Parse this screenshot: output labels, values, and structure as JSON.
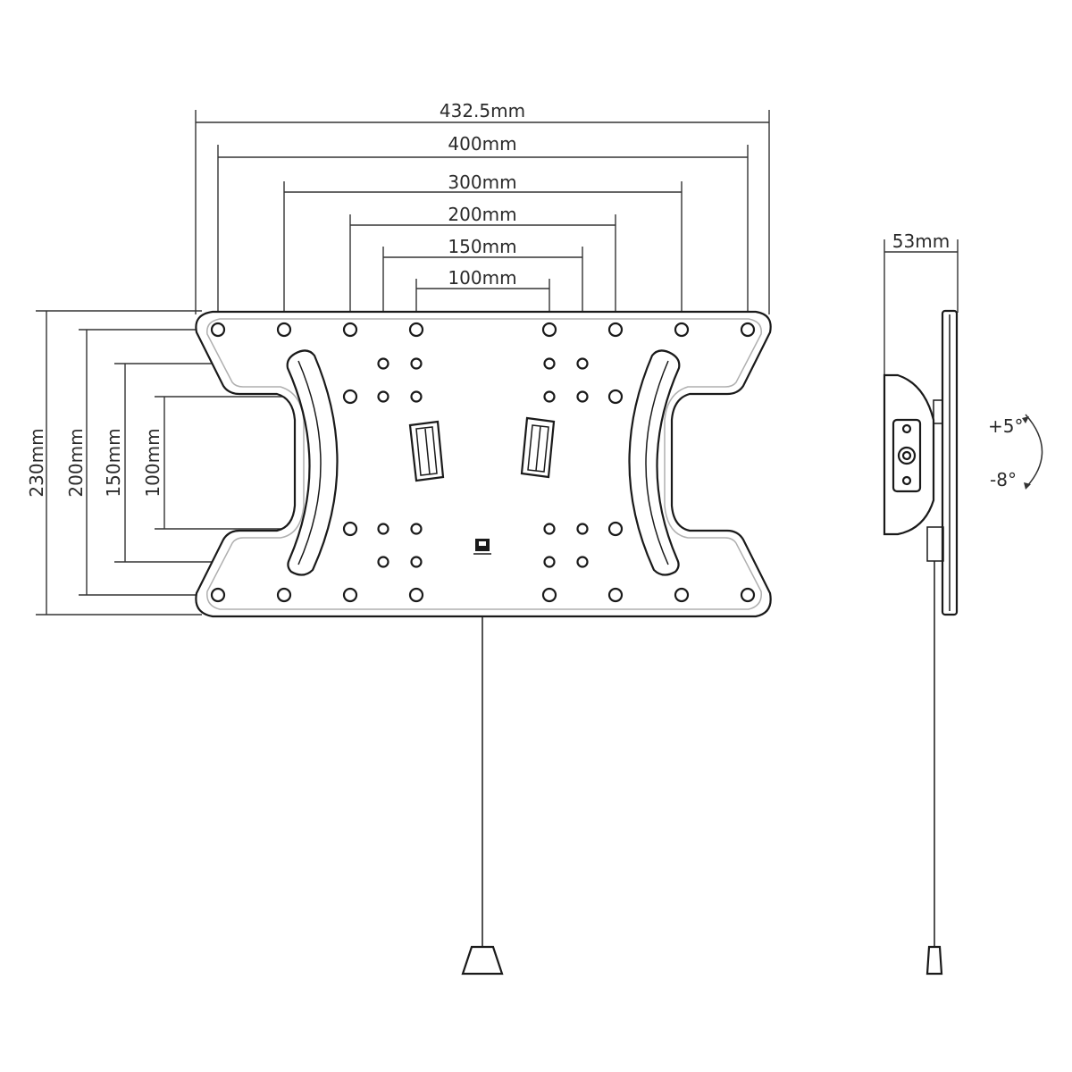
{
  "front_view": {
    "width_dims": [
      "432.5mm",
      "400mm",
      "300mm",
      "200mm",
      "150mm",
      "100mm"
    ],
    "height_dims": [
      "230mm",
      "200mm",
      "150mm",
      "100mm"
    ]
  },
  "side_view": {
    "depth_dim": "53mm",
    "tilt_up": "+5°",
    "tilt_down": "-8°"
  }
}
